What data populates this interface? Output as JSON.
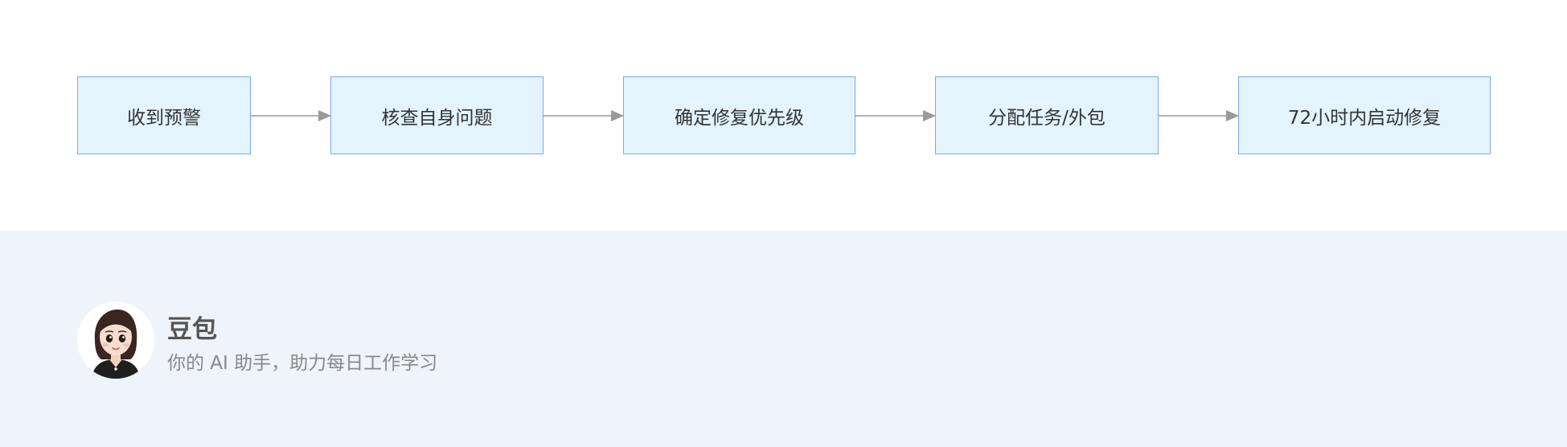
{
  "flow": {
    "nodes": [
      {
        "label": "收到预警"
      },
      {
        "label": "核查自身问题"
      },
      {
        "label": "确定修复优先级"
      },
      {
        "label": "分配任务/外包"
      },
      {
        "label": "72小时内启动修复"
      }
    ]
  },
  "footer": {
    "brand_name": "豆包",
    "tagline": "你的 AI 助手，助力每日工作学习"
  },
  "colors": {
    "node_fill": "#e3f4fc",
    "node_border": "#7aa8f5",
    "edge": "#999999",
    "footer_bg": "#eff3fa"
  }
}
